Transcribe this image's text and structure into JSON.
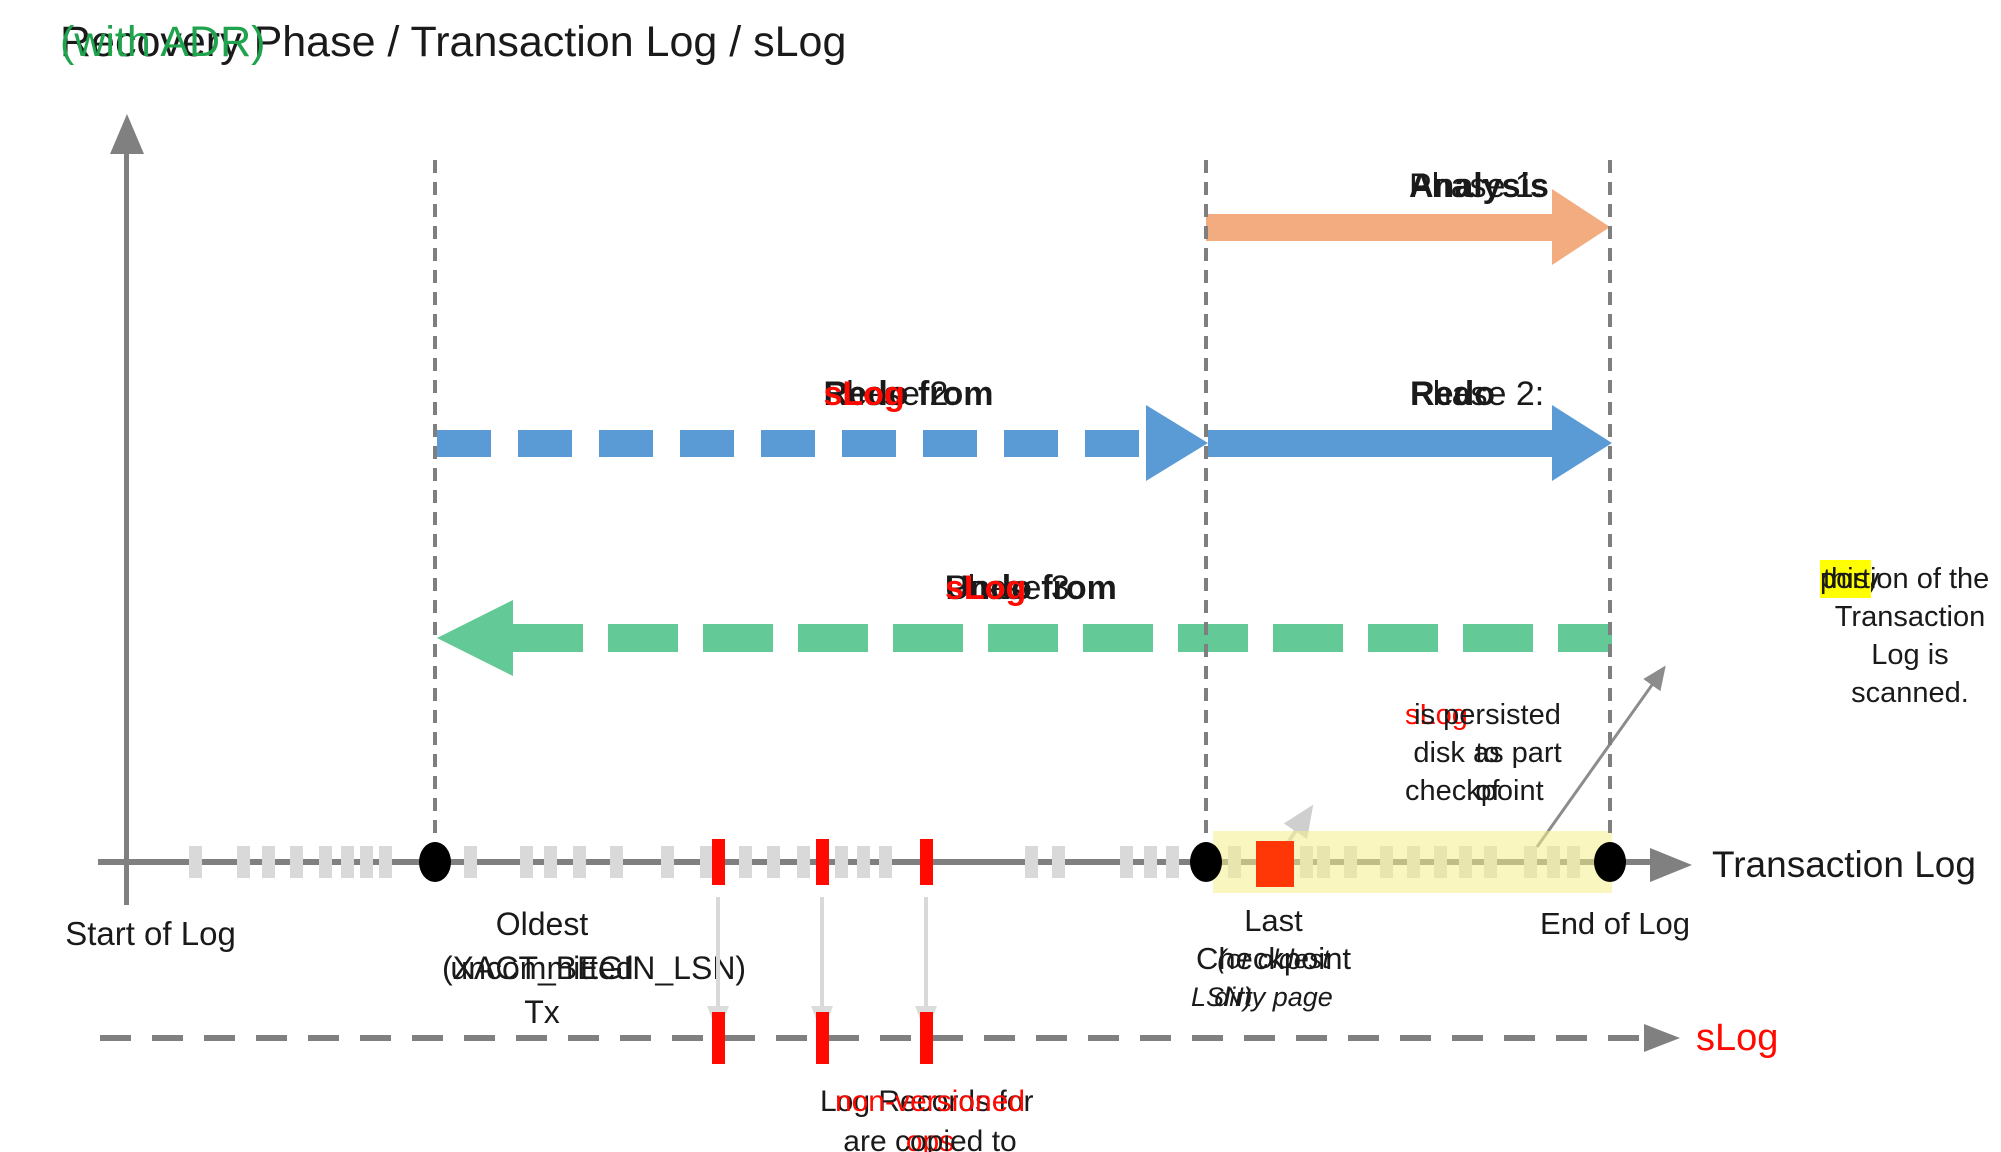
{
  "title": {
    "main": "Recovery Phase / Transaction Log / sLog ",
    "suffix": "(with ADR)"
  },
  "colors": {
    "title_green": "#1FA34D",
    "orange": "#F2AC80",
    "blue": "#5B9BD5",
    "green": "#63C996",
    "red": "#FF0900",
    "red_square": "#FF3606",
    "tick_gray": "#D9D9D9",
    "axis_gray": "#808080",
    "dash_gray": "#7F7F7F",
    "band_yellow": "rgba(246,238,138,0.55)",
    "highlight_yellow": "#FFFF00",
    "light_arrow": "#CFCFCF",
    "note_arrow": "#8C8C8C"
  },
  "phases": {
    "phase1": {
      "prefix": "Phase 1: ",
      "bold": "Analysis"
    },
    "phase2_slog": {
      "prefix": "Phase 2: ",
      "bold": "Redo from ",
      "red": "sLog"
    },
    "phase2": {
      "prefix": "Phase 2: ",
      "bold": "Redo"
    },
    "phase3": {
      "prefix": "Phase 3: ",
      "bold": "Undo from ",
      "red": "sLog"
    }
  },
  "notes": {
    "scanned": {
      "pre": "Only ",
      "highlight": "this",
      "post": " portion of the",
      "line2": "Transaction Log is scanned."
    },
    "persist": {
      "red": "sLog",
      "rest": " is persisted to",
      "line2": "disk as part of",
      "line3": "checkpoint"
    },
    "log_records": {
      "pre": "Log Records for ",
      "red": "non-versioned ops",
      "line2": "are copied to sLog"
    }
  },
  "axis": {
    "transaction_log_label": "Transaction Log",
    "slog_label": "sLog",
    "start_label": "Start of Log",
    "oldest": {
      "line1": "Oldest uncommitted Tx",
      "line2": "(XACT_BEGIN_LSN)"
    },
    "checkpoint": {
      "line1": "Last Checkpoint",
      "line2": "(or oldest dirty page",
      "line3": "LSN)"
    },
    "end_label": "End of Log",
    "gray_ticks": [
      195,
      243,
      268,
      296,
      325,
      347,
      366,
      385,
      470,
      526,
      550,
      579,
      616,
      667,
      706,
      745,
      773,
      803,
      841,
      863,
      885,
      1031,
      1058,
      1126,
      1150,
      1172,
      1234,
      1306,
      1323,
      1350,
      1386,
      1413,
      1440,
      1465,
      1490,
      1530,
      1553,
      1573
    ],
    "red_ticks": [
      718,
      822,
      926
    ],
    "markers": [
      435,
      1206,
      1610
    ]
  }
}
